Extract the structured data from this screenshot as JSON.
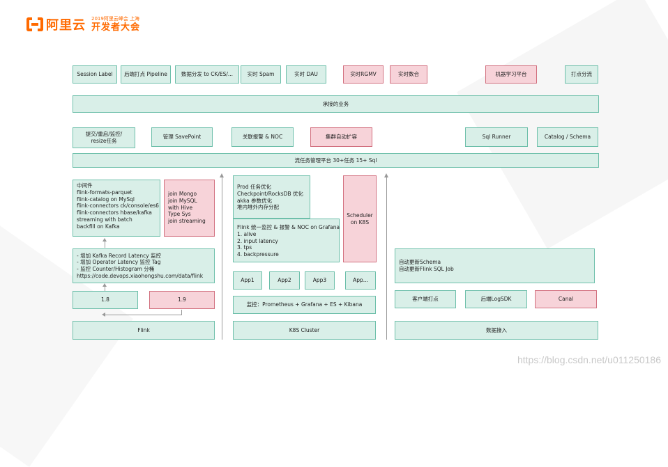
{
  "logo": {
    "name": "阿里云",
    "event_small": "2019阿里云峰会 上海",
    "event_big": "开发者大会"
  },
  "row_top": [
    "Session Label",
    "后端打点 Pipeline",
    "数据分发 to CK/ES/...",
    "实时 Spam",
    "实时 DAU",
    "实时RGMV",
    "实时数合",
    "机器学习平台",
    "打点分流"
  ],
  "business_bar": "承接的业务",
  "row_mgmt": [
    "提交/重启/监控/\nresize任务",
    "管理 SavePoint",
    "关联报警 & NOC",
    "集群自动扩容",
    "Sql Runner",
    "Catalog / Schema"
  ],
  "platform_bar": "流任务管理平台 30+任务 15+ Sql",
  "middleware": {
    "title": "中间件",
    "lines": [
      "flink-formats-parquet",
      "flink-catalog on MySql",
      "flink-connectors ck/console/es6",
      "flink-connectors hbase/kafka",
      "streaming with batch",
      "backfill on Kafka"
    ]
  },
  "joins": [
    "join Mongo",
    "join MySQL",
    "with Hive",
    "Type Sys",
    "join streaming"
  ],
  "latency": [
    "- 增加 Kafka Record Latency 监控",
    "- 增加 Operator Latency 监控 Tag",
    "- 监控 Counter/Histogram 分桶",
    "https://code.devops.xiaohongshu.com/data/flink"
  ],
  "versions": [
    "1.8",
    "1.9"
  ],
  "flink": "Flink",
  "prod": [
    "Prod 任务优化",
    "Checkpoint/RocksDB 优化",
    "akka 参数优化",
    "堆内堆外内存分配"
  ],
  "monitor": [
    "Flink 统一监控 & 报警 & NOC on Grafana",
    "1. alive",
    "2. input latency",
    "3. tps",
    "4. backpressure"
  ],
  "scheduler": "Scheduler\non K8S",
  "apps": [
    "App1",
    "App2",
    "App3",
    "App..."
  ],
  "monitoring_stack": "监控：Prometheus + Grafana + ES + Kibana",
  "k8s": "K8S Cluster",
  "auto_update": [
    "自动更新Schema",
    "自动更新Flink SQL Job"
  ],
  "ingest_sources": [
    "客户端打点",
    "后端LogSDK",
    "Canal"
  ],
  "data_ingest": "数据接入",
  "watermark": "https://blog.csdn.net/u011250186",
  "colors": {
    "green_fill": "#d9efe8",
    "green_border": "#6dbfaa",
    "red_fill": "#f7d3d9",
    "red_border": "#d2707f",
    "brand": "#ff6a00"
  }
}
